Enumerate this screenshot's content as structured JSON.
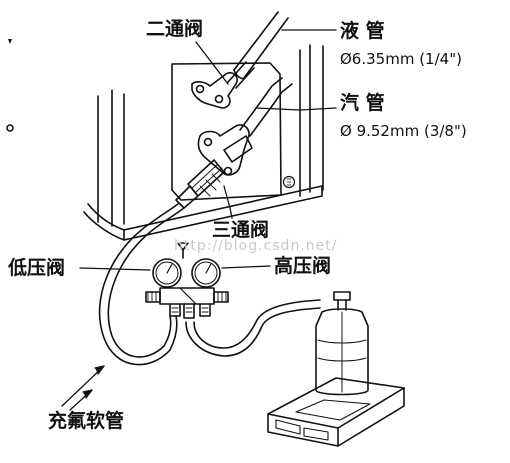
{
  "labels": {
    "two_way_valve": "二通阀",
    "liquid_pipe": "液 管",
    "liquid_pipe_spec": "Ø6.35mm (1/4\")",
    "gas_pipe": "汽 管",
    "gas_pipe_spec": "Ø 9.52mm (3/8\")",
    "three_way_valve": "三通阀",
    "low_pressure_valve": "低压阀",
    "high_pressure_valve": "高压阀",
    "charging_hose": "充氟软管"
  },
  "watermark": "http://blog.csdn.net/",
  "colors": {
    "line": "#111111",
    "background": "#ffffff",
    "watermark": "#c9c9c9"
  }
}
